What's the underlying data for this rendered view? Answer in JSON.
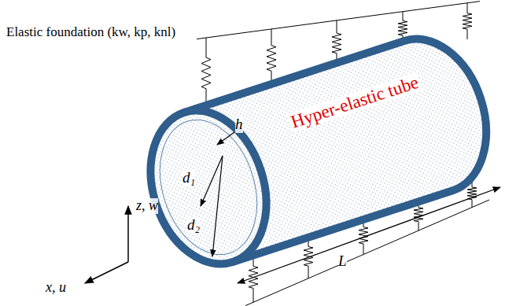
{
  "diagram": {
    "nodes": [
      {
        "text": [
          "Hyper-elastic tube"
        ]
      }
    ],
    "labels": [
      "Elastic foundation (kw, kp, knl)",
      "h",
      "d₁",
      "d₂",
      "z, w",
      "x, u",
      "L"
    ]
  }
}
